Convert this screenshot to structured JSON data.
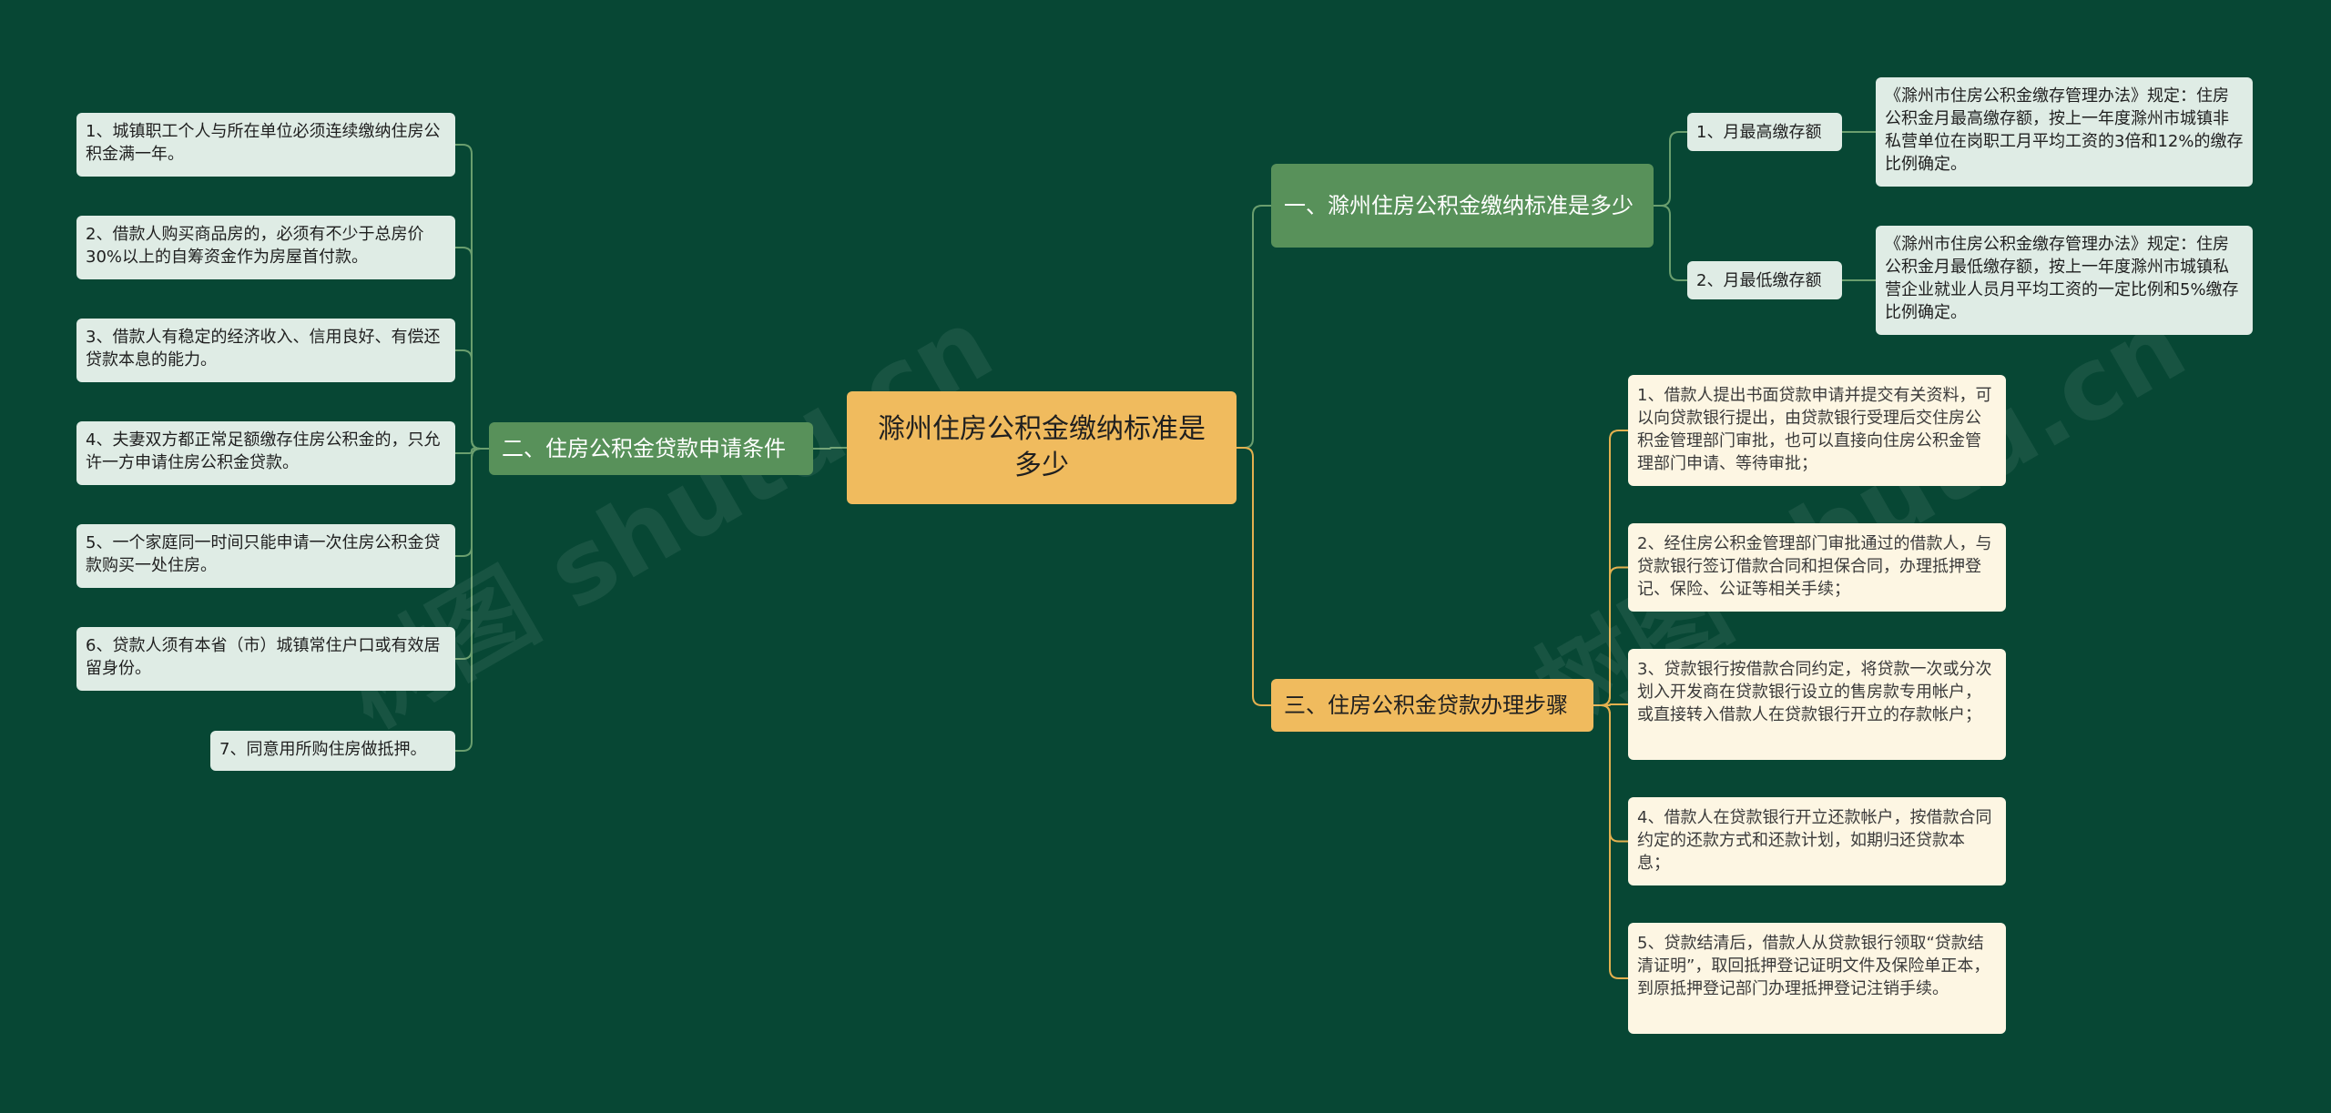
{
  "root": {
    "text": "滁州住房公积金缴纳标准是多少"
  },
  "branches": {
    "b1": {
      "text": "一、滁州住房公积金缴纳标准是多少"
    },
    "b2": {
      "text": "二、住房公积金贷款申请条件"
    },
    "b3": {
      "text": "三、住房公积金贷款办理步骤"
    }
  },
  "b1_sub": [
    {
      "label": "1、月最高缴存额",
      "detail": "《滁州市住房公积金缴存管理办法》规定：住房公积金月最高缴存额，按上一年度滁州市城镇非私营单位在岗职工月平均工资的3倍和12%的缴存比例确定。"
    },
    {
      "label": "2、月最低缴存额",
      "detail": "《滁州市住房公积金缴存管理办法》规定：住房公积金月最低缴存额，按上一年度滁州市城镇私营企业就业人员月平均工资的一定比例和5%缴存比例确定。"
    }
  ],
  "b2_items": [
    "1、城镇职工个人与所在单位必须连续缴纳住房公积金满一年。",
    "2、借款人购买商品房的，必须有不少于总房价30%以上的自筹资金作为房屋首付款。",
    "3、借款人有稳定的经济收入、信用良好、有偿还贷款本息的能力。",
    "4、夫妻双方都正常足额缴存住房公积金的，只允许一方申请住房公积金贷款。",
    "5、一个家庭同一时间只能申请一次住房公积金贷款购买一处住房。",
    "6、贷款人须有本省（市）城镇常住户口或有效居留身份。",
    "7、同意用所购住房做抵押。"
  ],
  "b3_items": [
    "1、借款人提出书面贷款申请并提交有关资料，可以向贷款银行提出，由贷款银行受理后交住房公积金管理部门审批，也可以直接向住房公积金管理部门申请、等待审批；",
    "2、经住房公积金管理部门审批通过的借款人，与贷款银行签订借款合同和担保合同，办理抵押登记、保险、公证等相关手续；",
    "3、贷款银行按借款合同约定，将贷款一次或分次划入开发商在贷款银行设立的售房款专用帐户，或直接转入借款人在贷款银行开立的存款帐户；",
    "4、借款人在贷款银行开立还款帐户，按借款合同约定的还款方式和还款计划，如期归还贷款本息；",
    "5、贷款结清后，借款人从贷款银行领取“贷款结清证明”，取回抵押登记证明文件及保险单正本，到原抵押登记部门办理抵押登记注销手续。"
  ],
  "colors": {
    "background": "#074734",
    "root_fill": "#f0bb5e",
    "green_branch": "#58915a",
    "green_leaf": "#dfece5",
    "cream_leaf": "#fdf6e3",
    "green_line": "#6a9e6e",
    "orange_line": "#e3b04f"
  }
}
